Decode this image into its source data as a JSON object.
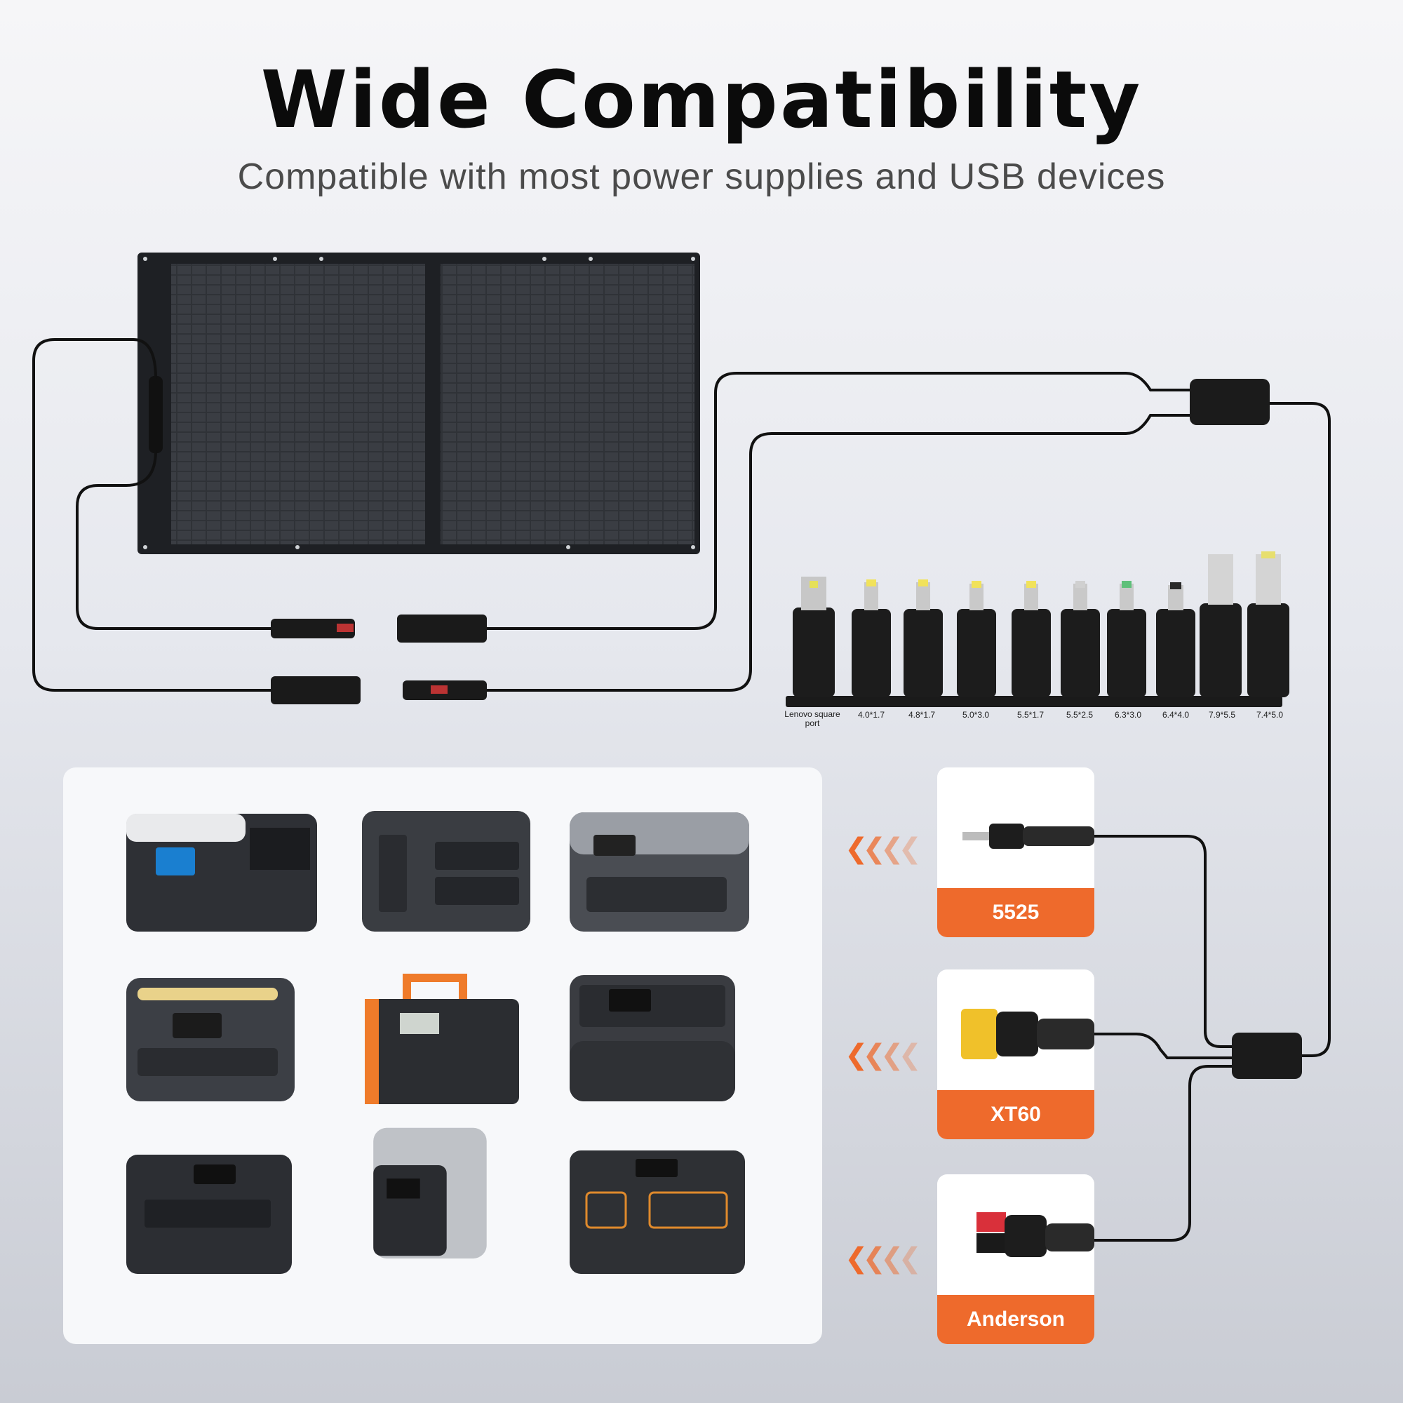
{
  "header": {
    "title": "Wide Compatibility",
    "subtitle": "Compatible with most power supplies and USB devices"
  },
  "dc_tips": [
    "Lenovo square port",
    "4.0*1.7",
    "4.8*1.7",
    "5.0*3.0",
    "5.5*1.7",
    "5.5*2.5",
    "6.3*3.0",
    "6.4*4.0",
    "7.9*5.5",
    "7.4*5.0"
  ],
  "ports": [
    {
      "label": "5525"
    },
    {
      "label": "XT60"
    },
    {
      "label": "Anderson"
    }
  ],
  "colors": {
    "accent": "#ee6a2c",
    "panel": "#2b2d31",
    "cable": "#111111"
  }
}
